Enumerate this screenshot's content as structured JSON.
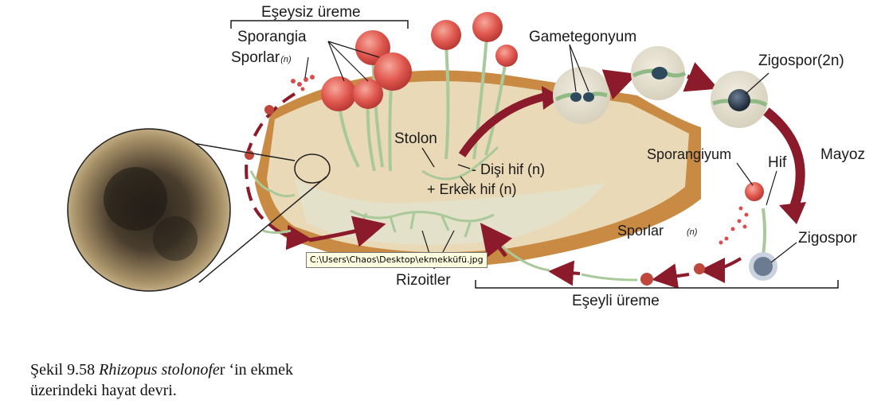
{
  "labels": {
    "asexual": "Eşeysiz üreme",
    "sporangia": "Sporangia",
    "spores_n": "Sporlar",
    "spores_n_sub": "(n)",
    "gametangium": "Gametegonyum",
    "zygospore_2n": "Zigospor(2n)",
    "stolon": "Stolon",
    "minus_hypha": "- Dişi hif (n)",
    "plus_hypha": "+ Erkek hif (n)",
    "meiosis": "Mayoz",
    "sporangium": "Sporangiyum",
    "hypha": "Hif",
    "spores": "Sporlar",
    "spores_sub": "(n)",
    "zygospore": "Zigospor",
    "rhizoids": "Rizoitler",
    "sexual": "Eşeyli üreme"
  },
  "tooltip": "C:\\Users\\Chaos\\Desktop\\ekmekküfü.jpg",
  "caption": {
    "prefix": "Şekil 9.58 ",
    "species_italic": "Rhizopus stolonofe",
    "suffix_line1": "r ‘in ekmek",
    "line2": "üzerindeki hayat devri."
  },
  "colors": {
    "arrow": "#8b1a2a",
    "sporangium": "#e0584f",
    "hypha": "#a9c99a",
    "bread": "#e8d7b4",
    "crust": "#c98b43"
  }
}
